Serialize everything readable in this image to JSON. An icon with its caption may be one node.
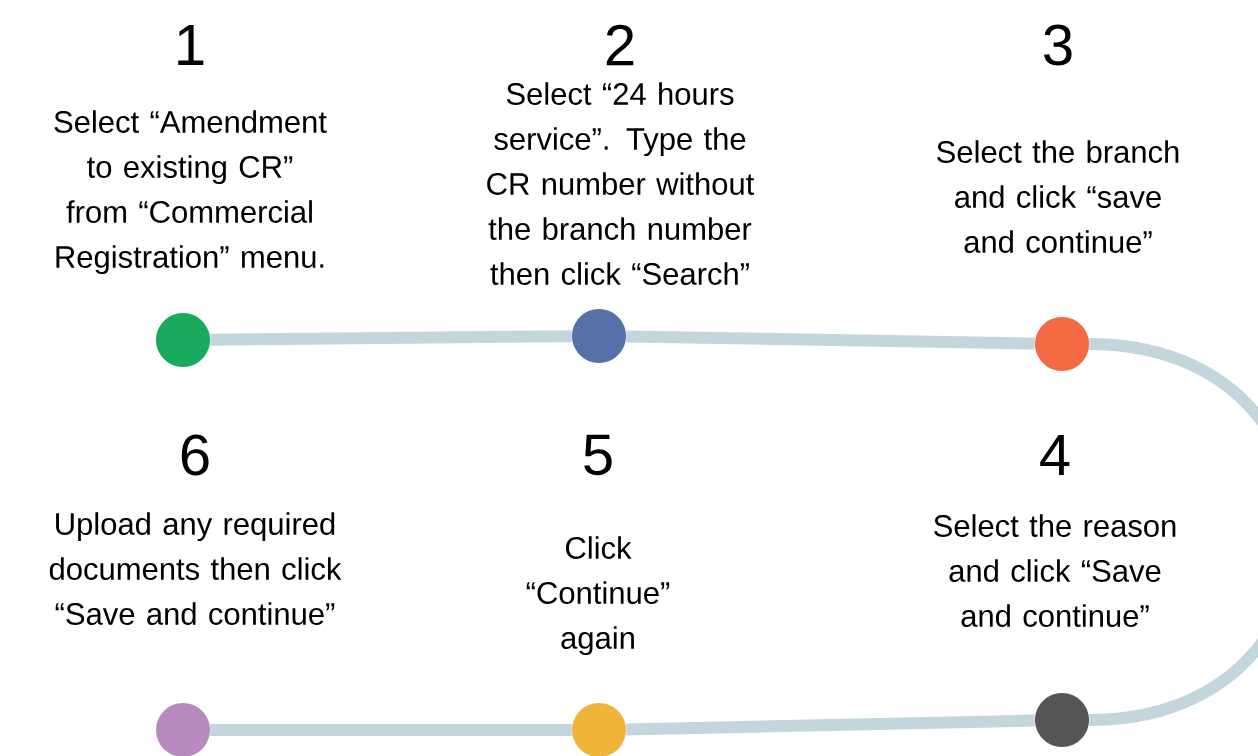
{
  "diagram": {
    "nodes": [
      {
        "text": [],
        "shape": "circle",
        "beside": [
          "1",
          "Select “Amendment to existing CR” from “Commercial Registration” menu."
        ]
      },
      {
        "text": [],
        "shape": "circle",
        "beside": [
          "2",
          "Select “24 hours service”. Type the CR number without the branch number then click “Search”"
        ]
      },
      {
        "text": [],
        "shape": "circle",
        "beside": [
          "3",
          "Select the branch and click “save and continue”"
        ]
      },
      {
        "text": [],
        "shape": "circle",
        "beside": [
          "4",
          "Select the reason and click “Save and continue”"
        ]
      },
      {
        "text": [],
        "shape": "circle",
        "beside": [
          "5",
          "Click “Continue” again"
        ]
      },
      {
        "text": [],
        "shape": "circle",
        "beside": [
          "6",
          "Upload any required documents then click “Save and continue”"
        ]
      }
    ],
    "edges": [
      {
        "from": 0,
        "to": 1,
        "arrow": "none"
      },
      {
        "from": 1,
        "to": 2,
        "arrow": "none"
      },
      {
        "from": 2,
        "to": 3,
        "arrow": "none"
      },
      {
        "from": 4,
        "to": 3,
        "arrow": "none"
      },
      {
        "from": 5,
        "to": 4,
        "arrow": "none"
      }
    ]
  }
}
